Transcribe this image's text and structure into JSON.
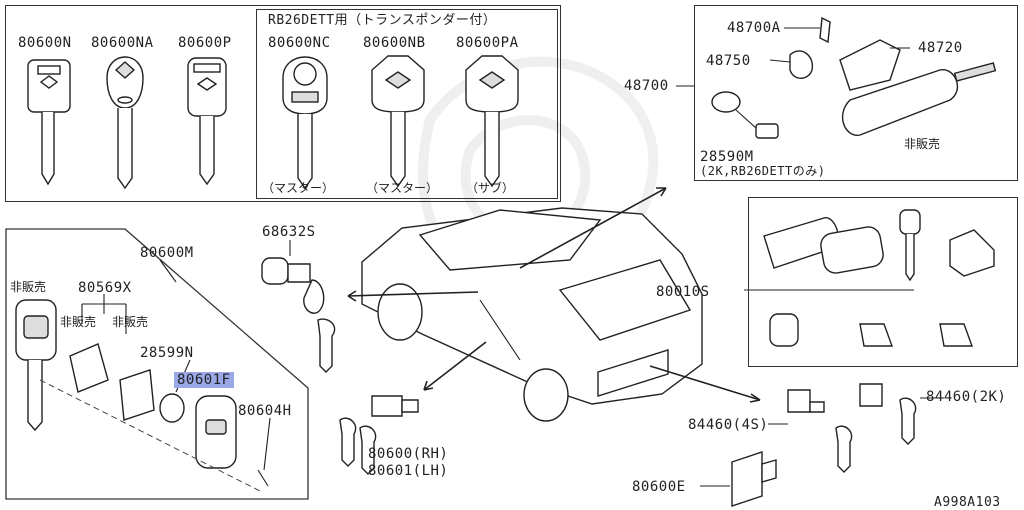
{
  "labels": {
    "p80600N": "80600N",
    "p80600NA": "80600NA",
    "p80600P": "80600P",
    "rb26_title": "RB26DETT用（トランスポンダー付）",
    "p80600NC": "80600NC",
    "p80600NB": "80600NB",
    "p80600PA": "80600PA",
    "master1": "（マスター）",
    "master2": "（マスター）",
    "sub": "（サブ）",
    "p48700A": "48700A",
    "p48720": "48720",
    "p48750": "48750",
    "p48700": "48700",
    "p28590M": "28590M",
    "p28590M_note": "(2K,RB26DETTのみ)",
    "hanbai_top": "非販売",
    "p68632S": "68632S",
    "p80600M": "80600M",
    "hanbai_left": "非販売",
    "p80569X": "80569X",
    "hanbai_mid1": "非販売",
    "hanbai_mid2": "非販売",
    "p28599N": "28599N",
    "p80601F": "80601F",
    "p80604H": "80604H",
    "p80010S": "80010S",
    "p80600RH": "80600(RH)",
    "p80601LH": "80601(LH)",
    "p84460_4S": "84460(4S)",
    "p84460_2K": "84460(2K)",
    "p80600E": "80600E",
    "diagram_code": "A998A103"
  }
}
